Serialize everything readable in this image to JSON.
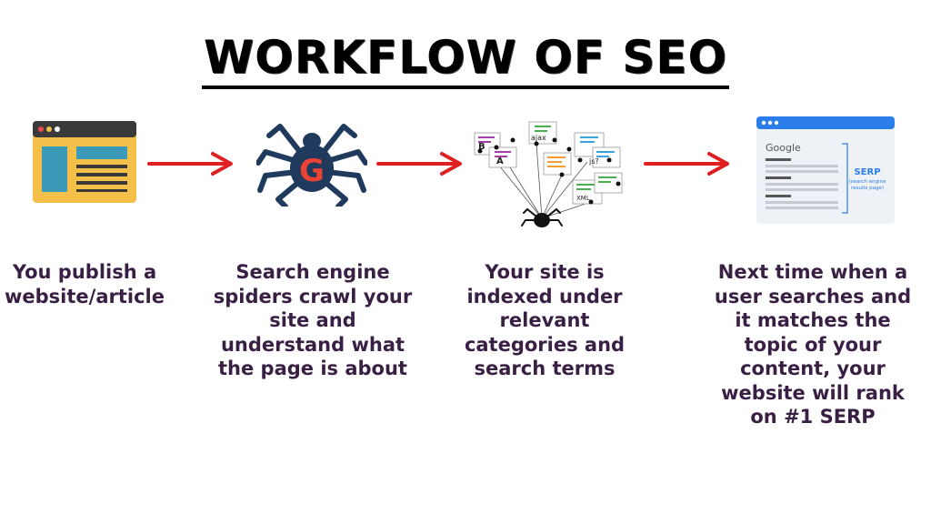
{
  "title": "WORKFLOW OF SEO",
  "steps": [
    {
      "icon": "website-icon",
      "caption_lines": [
        "You publish a",
        "website/article"
      ]
    },
    {
      "icon": "google-spider-icon",
      "caption_lines": [
        "Search engine",
        "spiders crawl your",
        "site and",
        "understand what",
        "the page is about"
      ]
    },
    {
      "icon": "index-crawl-icon",
      "caption_lines": [
        "Your site is",
        "indexed under",
        "relevant",
        "categories and",
        "search terms"
      ]
    },
    {
      "icon": "serp-icon",
      "caption_lines": [
        "Next time when a",
        "user searches and",
        "it matches the",
        "topic of your",
        "content, your",
        "website will rank",
        "on #1 SERP"
      ]
    }
  ],
  "icon_text": {
    "node_b": "B",
    "node_a": "A",
    "node_ajax": "ajax",
    "node_js": "js?",
    "node_xml": "XML",
    "serp_google": "Google",
    "serp_label": "SERP",
    "serp_sub1": "(search engine",
    "serp_sub2": "results page)"
  },
  "colors": {
    "caption": "#3a1f44",
    "arrow": "#e02020",
    "browser_bar": "#3a3a3a",
    "browser_body": "#f5c04a",
    "browser_accent": "#3b9ab8",
    "spider": "#1f3a5c",
    "serp_blue": "#2b7de9"
  }
}
